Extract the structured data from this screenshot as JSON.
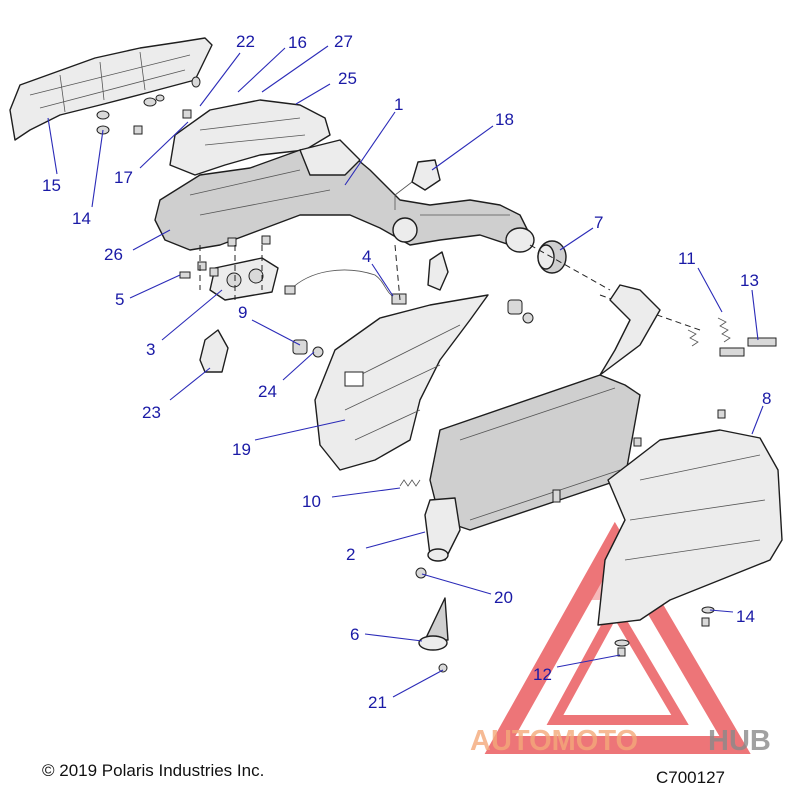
{
  "callouts": [
    {
      "id": "c22",
      "text": "22"
    },
    {
      "id": "c16",
      "text": "16"
    },
    {
      "id": "c27",
      "text": "27"
    },
    {
      "id": "c25",
      "text": "25"
    },
    {
      "id": "c1",
      "text": "1"
    },
    {
      "id": "c18",
      "text": "18"
    },
    {
      "id": "c15",
      "text": "15"
    },
    {
      "id": "c17",
      "text": "17"
    },
    {
      "id": "c14a",
      "text": "14"
    },
    {
      "id": "c26",
      "text": "26"
    },
    {
      "id": "c7",
      "text": "7"
    },
    {
      "id": "c11",
      "text": "11"
    },
    {
      "id": "c13",
      "text": "13"
    },
    {
      "id": "c4",
      "text": "4"
    },
    {
      "id": "c5",
      "text": "5"
    },
    {
      "id": "c9",
      "text": "9"
    },
    {
      "id": "c3",
      "text": "3"
    },
    {
      "id": "c24",
      "text": "24"
    },
    {
      "id": "c23",
      "text": "23"
    },
    {
      "id": "c8",
      "text": "8"
    },
    {
      "id": "c19",
      "text": "19"
    },
    {
      "id": "c10",
      "text": "10"
    },
    {
      "id": "c2",
      "text": "2"
    },
    {
      "id": "c20",
      "text": "20"
    },
    {
      "id": "c14b",
      "text": "14"
    },
    {
      "id": "c6",
      "text": "6"
    },
    {
      "id": "c12",
      "text": "12"
    },
    {
      "id": "c21",
      "text": "21"
    }
  ],
  "watermark": {
    "text_a": "AUTOMOTO",
    "text_b": "HUB",
    "color_a": "#f4a97a",
    "color_b": "#8a8a8a",
    "triangle_color": "#e8474b"
  },
  "footer": {
    "copyright": "© 2019 Polaris Industries Inc.",
    "figure_code": "C700127"
  },
  "colors": {
    "callout": "#1a1aa6",
    "line_art": "#1e1e1e"
  }
}
